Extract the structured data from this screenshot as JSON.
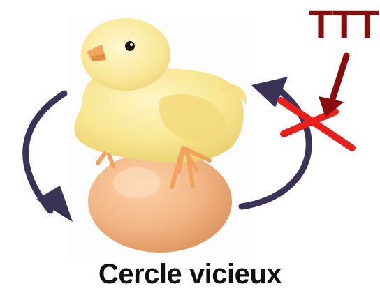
{
  "caption": "Cercle vicieux",
  "annotation": {
    "label": "TTT",
    "color": "#8b0c0c"
  },
  "cross_color": "#e8201c",
  "cycle_arrow_color": "#3a3356",
  "illustration": {
    "subject": "chick-sitting-on-egg",
    "chick_color": "#f8e690",
    "egg_color": "#f2b584"
  }
}
